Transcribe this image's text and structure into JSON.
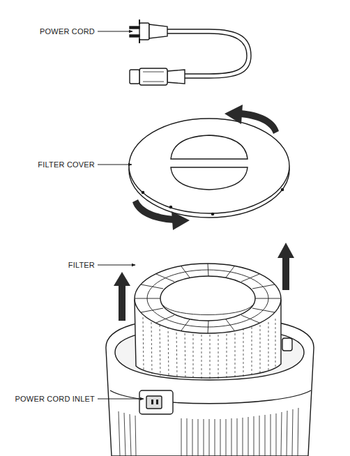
{
  "diagram": {
    "labels": [
      "POWER CORD",
      "FILTER COVER",
      "FILTER",
      "POWER CORD INLET"
    ]
  }
}
